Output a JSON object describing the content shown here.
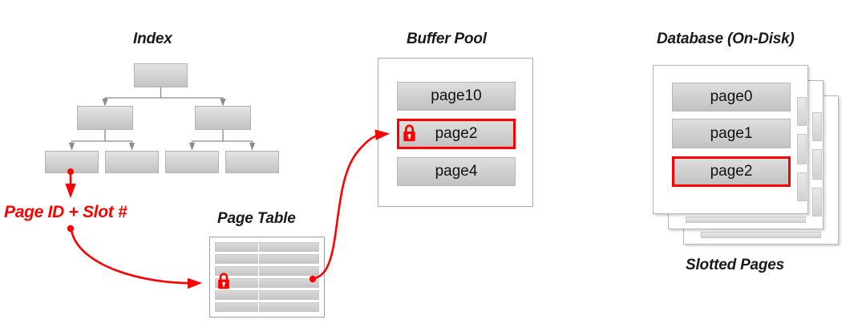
{
  "diagram": {
    "kind": "database-storage-architecture",
    "background": "#ffffff",
    "accent_color": "#ff0000",
    "box_fill_top": "#e3e3e3",
    "box_fill_bottom": "#c3c3c3",
    "border_color": "#b2b2b2"
  },
  "index": {
    "title": "Index",
    "levels": [
      {
        "name": "root",
        "nodes": 1
      },
      {
        "name": "internal",
        "nodes": 2
      },
      {
        "name": "leaf",
        "nodes": 4
      }
    ],
    "node_labels": []
  },
  "annotation": {
    "page_id_slot_label": "Page ID + Slot #",
    "color": "#ff0000"
  },
  "page_table": {
    "title": "Page Table",
    "row_count": 6,
    "locked_row_index": 3,
    "lock_icon": "lock-icon",
    "column_divider": true
  },
  "buffer_pool": {
    "title": "Buffer Pool",
    "frames": [
      {
        "label": "page10",
        "locked": false,
        "highlighted": false
      },
      {
        "label": "page2",
        "locked": true,
        "highlighted": true
      },
      {
        "label": "page4",
        "locked": false,
        "highlighted": false
      }
    ],
    "lock_icon": "lock-icon",
    "highlight_color": "#ff0000"
  },
  "database": {
    "title": "Database (On-Disk)",
    "caption": "Slotted Pages",
    "stack_depth": 3,
    "pages": [
      {
        "label": "page0",
        "highlighted": false
      },
      {
        "label": "page1",
        "highlighted": false
      },
      {
        "label": "page2",
        "highlighted": true
      }
    ],
    "highlight_color": "#ff0000"
  },
  "arrows": [
    {
      "name": "leaf-to-page-id",
      "from": "index-leaf-node-1",
      "to": "page-id-slot-label",
      "style": "straight-down",
      "color": "#ff0000"
    },
    {
      "name": "page-id-to-page-table",
      "from": "page-id-slot-label",
      "to": "page-table-locked-row",
      "style": "curve",
      "color": "#ff0000"
    },
    {
      "name": "page-table-to-buffer-pool",
      "from": "page-table-locked-row",
      "to": "buffer-pool-page2",
      "style": "curve",
      "color": "#ff0000"
    }
  ]
}
